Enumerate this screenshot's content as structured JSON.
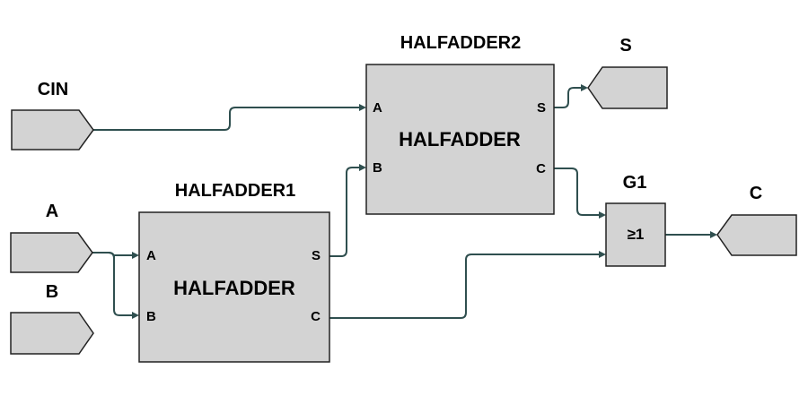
{
  "ports": {
    "cin": "CIN",
    "a": "A",
    "b": "B",
    "s": "S",
    "c": "C"
  },
  "halfadder1": {
    "title": "HALFADDER1",
    "type": "HALFADDER",
    "pin_a": "A",
    "pin_b": "B",
    "pin_s": "S",
    "pin_c": "C"
  },
  "halfadder2": {
    "title": "HALFADDER2",
    "type": "HALFADDER",
    "pin_a": "A",
    "pin_b": "B",
    "pin_s": "S",
    "pin_c": "C"
  },
  "or_gate": {
    "title": "G1",
    "symbol": "≥1"
  },
  "colors": {
    "box_fill": "#d3d3d3",
    "wire": "#2f4f4f"
  }
}
